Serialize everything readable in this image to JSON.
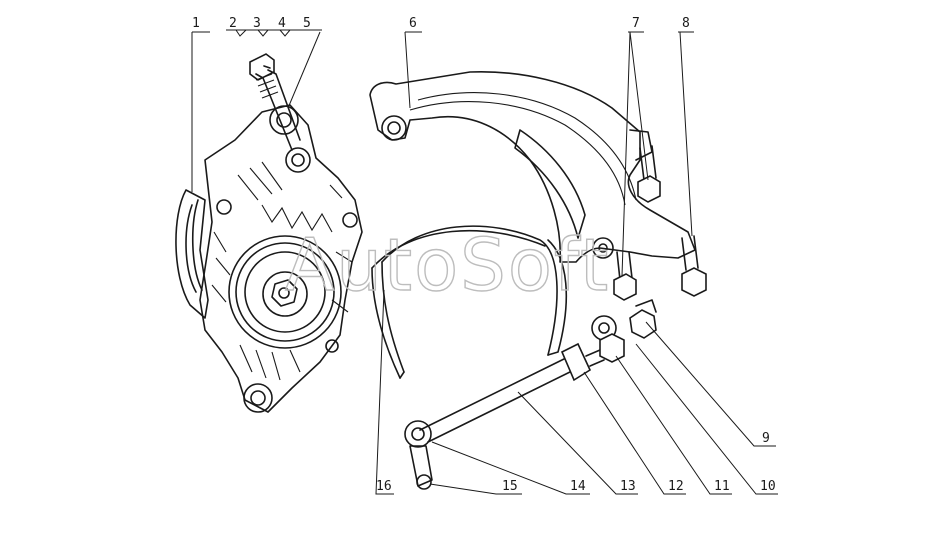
{
  "watermark": "AutoSoft",
  "callouts": [
    "1",
    "2",
    "3",
    "4",
    "5",
    "6",
    "7",
    "8",
    "9",
    "10",
    "11",
    "12",
    "13",
    "14",
    "15",
    "16"
  ]
}
